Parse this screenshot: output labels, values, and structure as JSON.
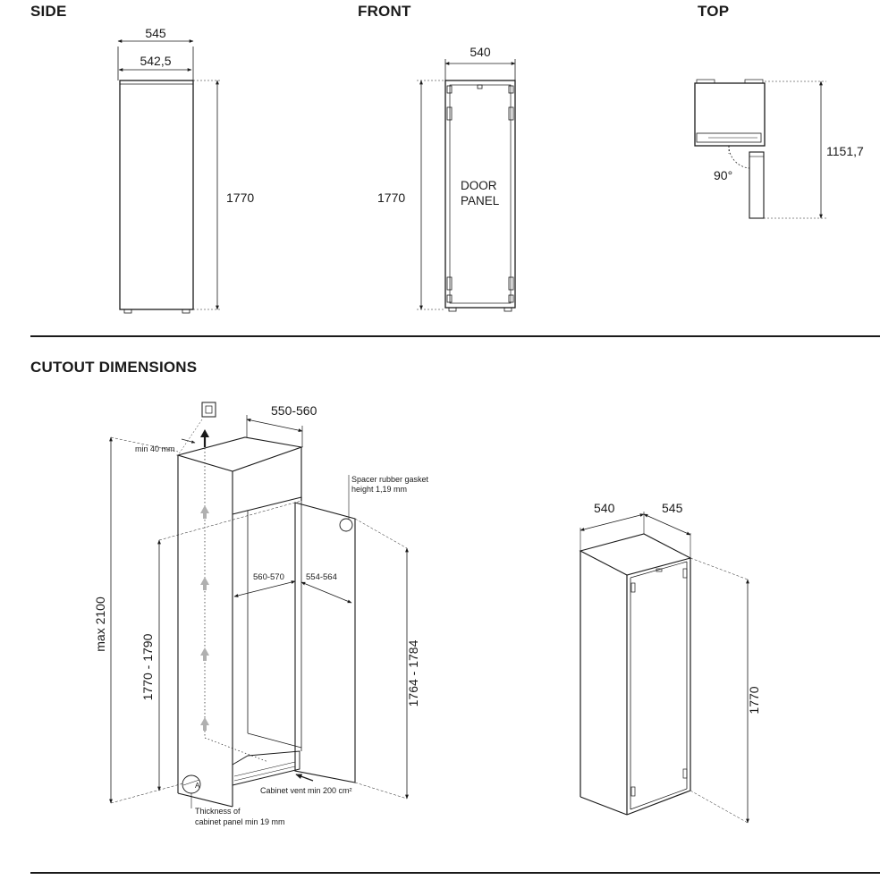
{
  "headers": {
    "side": "SIDE",
    "front": "FRONT",
    "top": "TOP",
    "cutout": "CUTOUT DIMENSIONS"
  },
  "side": {
    "width_outer": "545",
    "width_inner": "542,5",
    "height": "1770"
  },
  "front": {
    "width": "540",
    "height": "1770",
    "panel_line1": "DOOR",
    "panel_line2": "PANEL"
  },
  "top_view": {
    "depth_open": "1151,7",
    "angle": "90°"
  },
  "cutout": {
    "niche_depth": "550-560",
    "min_top": "min 40 mm",
    "gasket_line1": "Spacer rubber gasket",
    "gasket_line2": "height 1,19 mm",
    "inner_width": "560-570",
    "inner_depth": "554-564",
    "max_height": "max 2100",
    "niche_height": "1770 - 1790",
    "door_height": "1764 - 1784",
    "vent": "Cabinet vent min 200 cm²",
    "detail_marker": "A",
    "thickness_line1": "Thickness of",
    "thickness_line2": "cabinet panel min 19 mm"
  },
  "appliance": {
    "width": "540",
    "depth": "545",
    "height": "1770"
  },
  "colors": {
    "line": "#1a1a1a",
    "dim_line": "#444444",
    "arrow_grey": "#b0b0b0"
  }
}
